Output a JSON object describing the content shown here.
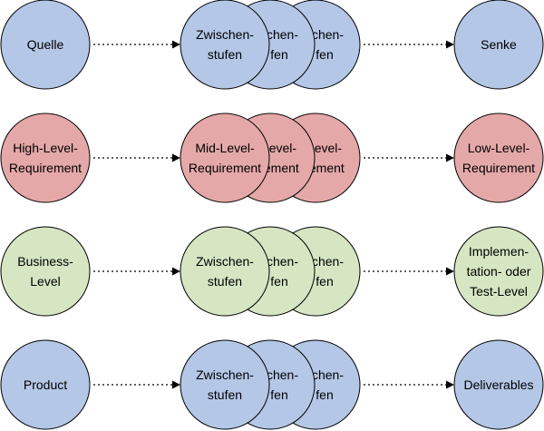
{
  "colors": {
    "blue": "#b4c7e7",
    "red": "#e5a8a8",
    "green": "#d6e6c3",
    "stroke": "#000000"
  },
  "rows": [
    {
      "color": "blue",
      "source": {
        "lines": [
          "Quelle"
        ]
      },
      "middle": {
        "lines": [
          "Zwischen-",
          "stufen"
        ],
        "back_lines": [
          "schen-",
          "fen"
        ]
      },
      "target": {
        "lines": [
          "Senke"
        ]
      }
    },
    {
      "color": "red",
      "source": {
        "lines": [
          "High-Level-",
          "Requirement"
        ]
      },
      "middle": {
        "lines": [
          "Mid-Level-",
          "Requirement"
        ],
        "back_lines": [
          "Level-",
          "rement"
        ]
      },
      "target": {
        "lines": [
          "Low-Level-",
          "Requirement"
        ]
      }
    },
    {
      "color": "green",
      "source": {
        "lines": [
          "Business-",
          "Level"
        ]
      },
      "middle": {
        "lines": [
          "Zwischen-",
          "stufen"
        ],
        "back_lines": [
          "schen-",
          "fen"
        ]
      },
      "target": {
        "lines": [
          "Implemen-",
          "tation- oder",
          "Test-Level"
        ]
      }
    },
    {
      "color": "blue",
      "source": {
        "lines": [
          "Product"
        ]
      },
      "middle": {
        "lines": [
          "Zwischen-",
          "stufen"
        ],
        "back_lines": [
          "schen-",
          "fen"
        ]
      },
      "target": {
        "lines": [
          "Deliverables"
        ]
      }
    }
  ]
}
